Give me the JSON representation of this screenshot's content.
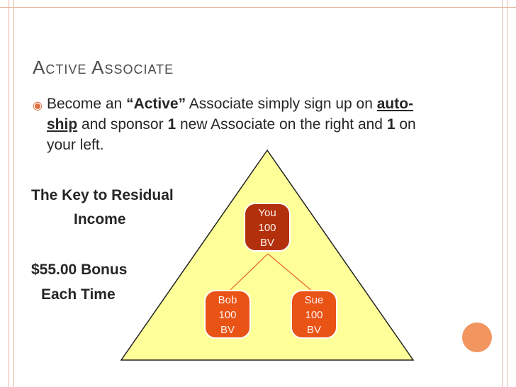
{
  "title": "Active Associate",
  "bullet": {
    "text_1": "Become an ",
    "active_word": "“Active”",
    "text_2": " Associate simply sign up on ",
    "autoship_word": "auto-ship",
    "text_3": " and sponsor ",
    "count_right": "1",
    "text_4": " new Associate on the right and ",
    "count_left": "1",
    "text_5": " on your left."
  },
  "key_line_1": "The Key to Residual",
  "key_line_2": "Income",
  "bonus_line_1": "$55.00 Bonus",
  "bonus_line_2": "Each Time",
  "nodes": {
    "you": {
      "name": "You",
      "value": "100",
      "unit": "BV"
    },
    "bob": {
      "name": "Bob",
      "value": "100",
      "unit": "BV"
    },
    "sue": {
      "name": "Sue",
      "value": "100",
      "unit": "BV"
    }
  },
  "colors": {
    "triangle_fill": "#ffff99",
    "node_fill": "#c0390f",
    "accent": "#f3955f",
    "connector": "#e8602c"
  }
}
